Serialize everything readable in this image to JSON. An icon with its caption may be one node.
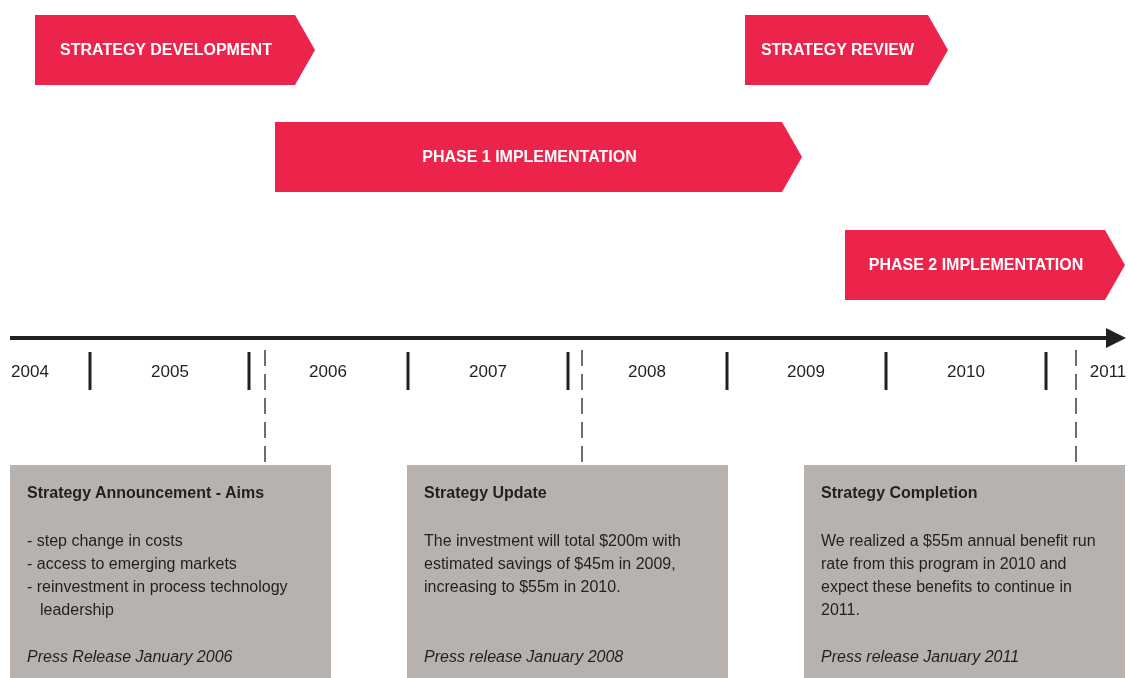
{
  "diagram": {
    "nodes": [
      {
        "text": [
          "STRATEGY DEVELOPMENT"
        ]
      },
      {
        "text": [
          "STRATEGY REVIEW"
        ]
      },
      {
        "text": [
          "PHASE 1 IMPLEMENTATION"
        ]
      },
      {
        "text": [
          "PHASE 2 IMPLEMENTATION"
        ]
      },
      {
        "text": [
          "Strategy Announcement - Aims",
          "- step change in costs",
          "- access to emerging markets",
          "- reinvestment in process technology leadership",
          "Press Release January 2006"
        ]
      },
      {
        "text": [
          "Strategy Update",
          "The investment will total $200m with estimated savings of $45m in 2009, increasing to $55m in 2010.",
          "Press release January 2008"
        ]
      },
      {
        "text": [
          "Strategy Completion",
          "We realized a $55m annual benefit run rate from this program in 2010 and expect these benefits to continue in 2011.",
          "Press release January 2011"
        ]
      }
    ],
    "edges": [
      {
        "from": null,
        "to": 4,
        "arrow": "none",
        "style": "dashed"
      },
      {
        "from": null,
        "to": 5,
        "arrow": "none",
        "style": "dashed"
      },
      {
        "from": null,
        "to": 6,
        "arrow": "none",
        "style": "dashed"
      }
    ],
    "labels": [
      "2004",
      "2005",
      "2006",
      "2007",
      "2008",
      "2009",
      "2010",
      "2011"
    ]
  }
}
